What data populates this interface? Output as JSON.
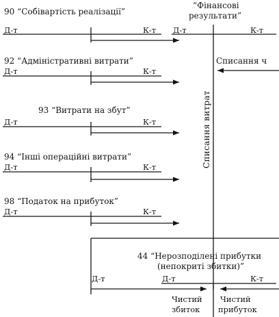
{
  "accounts": {
    "a90": {
      "title": "90 “Собівартість реалізації”",
      "debit": "Д-т",
      "credit": "К-т"
    },
    "a92": {
      "title": "92 “Адміністративні витрати”",
      "debit": "Д-т",
      "credit": "К-т"
    },
    "a93": {
      "title": "93 “Витрати на збут”",
      "debit": "Д-т",
      "credit": "К-т"
    },
    "a94": {
      "title": "94 “Інші операційні витрати”",
      "debit": "Д-т",
      "credit": "К-т"
    },
    "a98": {
      "title": "98 “Податок на прибуток”",
      "debit": "Д-т",
      "credit": "К-т"
    }
  },
  "financial_results": {
    "title_line1": "“Фінансові",
    "title_line2": "результати”",
    "debit": "Д-т",
    "credit": "К-т",
    "writeoff_costs_label": "Списання витрат",
    "writeoff_income_label": "Списання ч"
  },
  "retained_earnings": {
    "title_line1": "44 “Нерозподілені прибутки",
    "title_line2": "(непокриті збитки)”",
    "outer_debit": "Д-т",
    "debit": "Д-т",
    "credit": "К-т",
    "net_loss_line1": "Чистий",
    "net_loss_line2": "збиток",
    "net_profit_line1": "Чистий",
    "net_profit_line2": "прибуток"
  }
}
